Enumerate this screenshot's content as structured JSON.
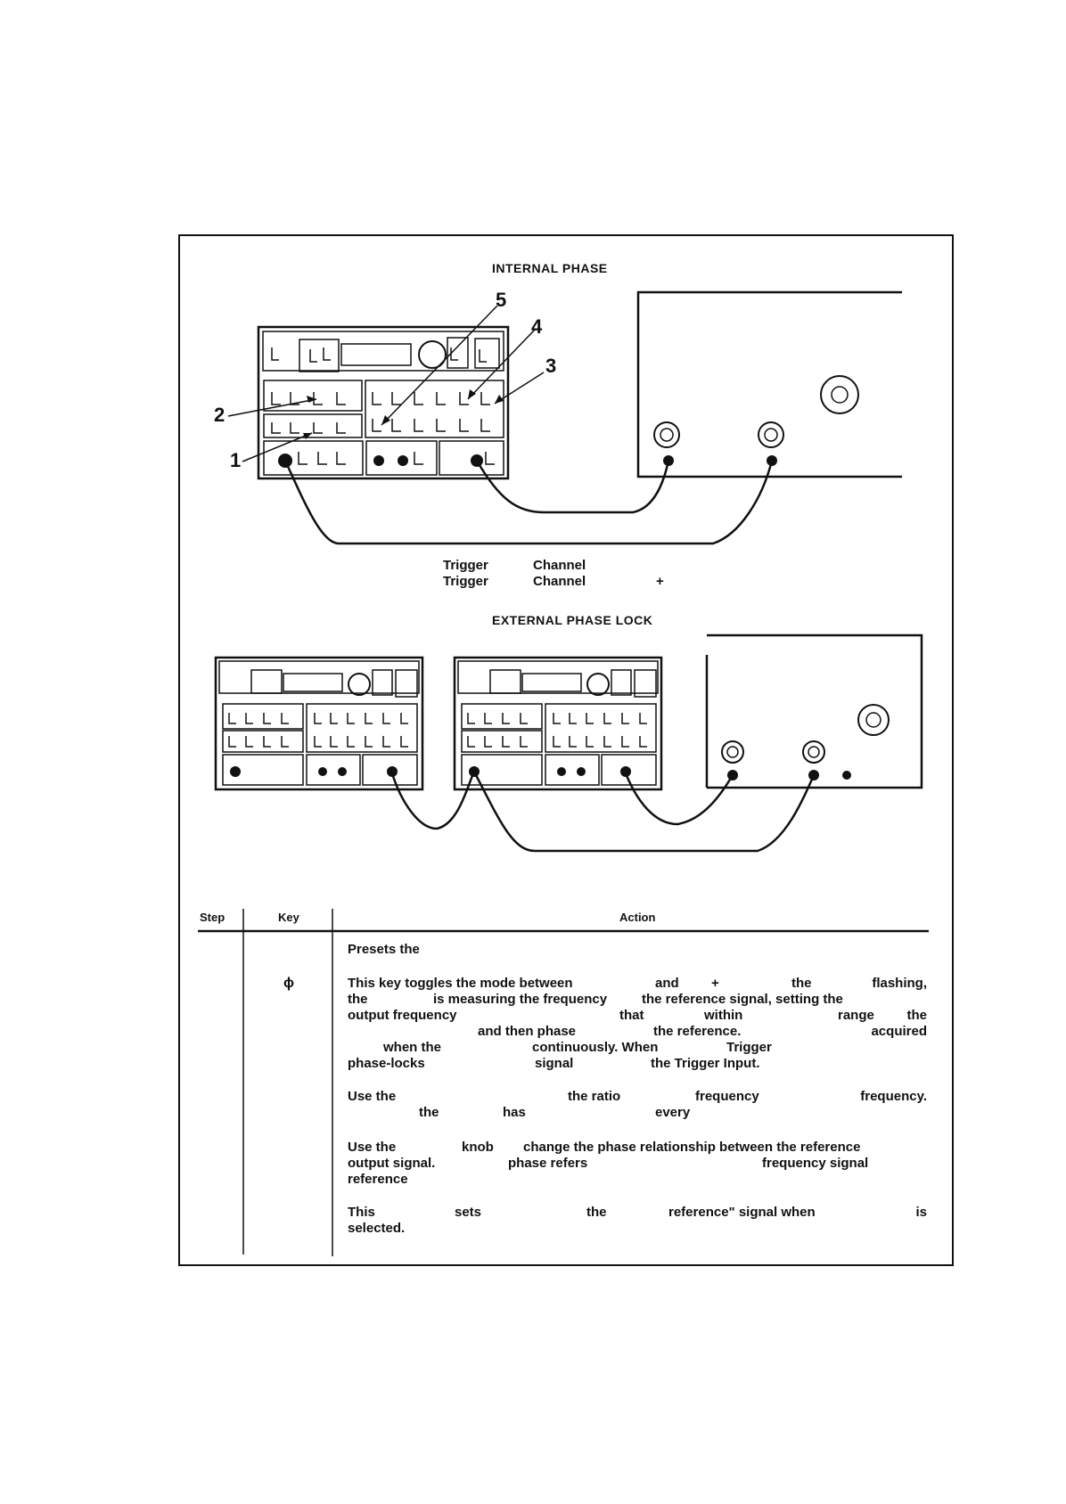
{
  "headings": {
    "internal": "INTERNAL PHASE",
    "external": "EXTERNAL PHASE LOCK"
  },
  "callouts": [
    "5",
    "4",
    "3",
    "2",
    "1"
  ],
  "cable_labels": {
    "row1": [
      "Trigger",
      "Channel"
    ],
    "row2": [
      "Trigger",
      "Channel",
      "+"
    ]
  },
  "table": {
    "headers": {
      "step": "Step",
      "key": "Key",
      "action": "Action"
    },
    "key_symbol": "ϕ",
    "paragraphs": [
      [
        [
          "Presets the"
        ]
      ],
      [
        [
          "This key toggles the mode between",
          "and",
          "+",
          "the",
          "flashing,"
        ],
        [
          "the",
          "is measuring the frequency",
          "the reference signal, setting the"
        ],
        [
          "output frequency",
          "that",
          "within",
          "range",
          "the"
        ],
        [
          "and then phase",
          "the reference.",
          "acquired"
        ],
        [
          "when the",
          "continuously. When",
          "Trigger"
        ],
        [
          "phase-locks",
          "signal",
          "the Trigger Input."
        ]
      ],
      [
        [
          "Use the",
          "the ratio",
          "frequency",
          "frequency."
        ],
        [
          "the",
          "has",
          "every"
        ]
      ],
      [
        [
          "Use the",
          "knob",
          "change the phase relationship between the reference"
        ],
        [
          "output signal.",
          "phase refers",
          "frequency signal"
        ],
        [
          "reference"
        ]
      ],
      [
        [
          "This",
          "sets",
          "the",
          "reference\" signal when",
          "is"
        ],
        [
          "selected."
        ]
      ]
    ]
  }
}
